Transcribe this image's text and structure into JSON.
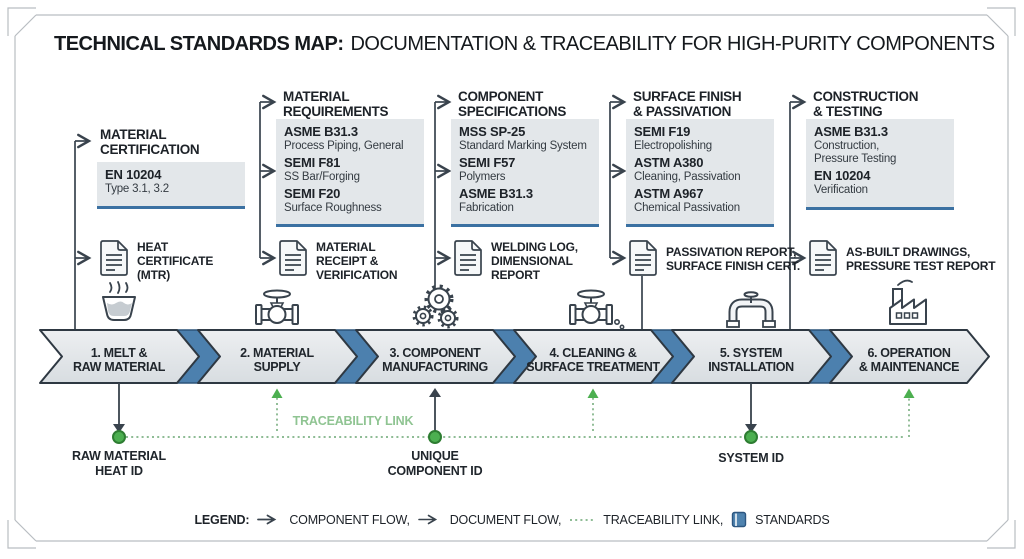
{
  "title": {
    "bold": "TECHNICAL STANDARDS MAP:",
    "rest": "DOCUMENTATION & TRACEABILITY FOR HIGH-PURITY COMPONENTS"
  },
  "columns": [
    {
      "heading": "MATERIAL\nCERTIFICATION",
      "standards": [
        {
          "code": "EN 10204",
          "desc": "Type 3.1, 3.2"
        }
      ],
      "document": "HEAT\nCERTIFICATE\n(MTR)"
    },
    {
      "heading": "MATERIAL\nREQUIREMENTS",
      "standards": [
        {
          "code": "ASME B31.3",
          "desc": "Process Piping, General"
        },
        {
          "code": "SEMI F81",
          "desc": "SS Bar/Forging"
        },
        {
          "code": "SEMI F20",
          "desc": "Surface Roughness"
        }
      ],
      "document": "MATERIAL\nRECEIPT &\nVERIFICATION"
    },
    {
      "heading": "COMPONENT\nSPECIFICATIONS",
      "standards": [
        {
          "code": "MSS SP-25",
          "desc": "Standard Marking System"
        },
        {
          "code": "SEMI F57",
          "desc": "Polymers"
        },
        {
          "code": "ASME B31.3",
          "desc": "Fabrication"
        }
      ],
      "document": "WELDING LOG,\nDIMENSIONAL\nREPORT"
    },
    {
      "heading": "SURFACE FINISH\n& PASSIVATION",
      "standards": [
        {
          "code": "SEMI F19",
          "desc": "Electropolishing"
        },
        {
          "code": "ASTM A380",
          "desc": "Cleaning, Passivation"
        },
        {
          "code": "ASTM A967",
          "desc": "Chemical Passivation"
        }
      ],
      "document": "PASSIVATION REPORT,\nSURFACE FINISH CERT."
    },
    {
      "heading": "CONSTRUCTION\n& TESTING",
      "standards": [
        {
          "code": "ASME B31.3",
          "desc": "Construction,\nPressure Testing"
        },
        {
          "code": "EN 10204",
          "desc": "Verification"
        }
      ],
      "document": "AS-BUILT DRAWINGS,\nPRESSURE TEST REPORT"
    }
  ],
  "stages": [
    {
      "label": "1. MELT &\nRAW MATERIAL",
      "icon": "crucible-icon"
    },
    {
      "label": "2. MATERIAL\nSUPPLY",
      "icon": "valve-icon"
    },
    {
      "label": "3. COMPONENT\nMANUFACTURING",
      "icon": "gears-icon"
    },
    {
      "label": "4. CLEANING &\nSURFACE TREATMENT",
      "icon": "cleaning-valve-icon"
    },
    {
      "label": "5. SYSTEM\nINSTALLATION",
      "icon": "pipe-icon"
    },
    {
      "label": "6. OPERATION\n& MAINTENANCE",
      "icon": "factory-icon"
    }
  ],
  "traceability": {
    "link_label": "TRACEABILITY LINK",
    "ids": [
      "RAW MATERIAL\nHEAT ID",
      "UNIQUE\nCOMPONENT ID",
      "SYSTEM ID"
    ]
  },
  "legend": {
    "label": "LEGEND:",
    "items": [
      "COMPONENT FLOW,",
      "DOCUMENT FLOW,",
      "TRACEABILITY LINK,",
      "STANDARDS"
    ]
  },
  "colors": {
    "accent_blue": "#4c80ae",
    "underline_blue": "#3b71a2",
    "green": "#4caf50",
    "dotted_green": "#7fb286",
    "dark_line": "#39434d",
    "box_fill": "#e3e7ea"
  }
}
